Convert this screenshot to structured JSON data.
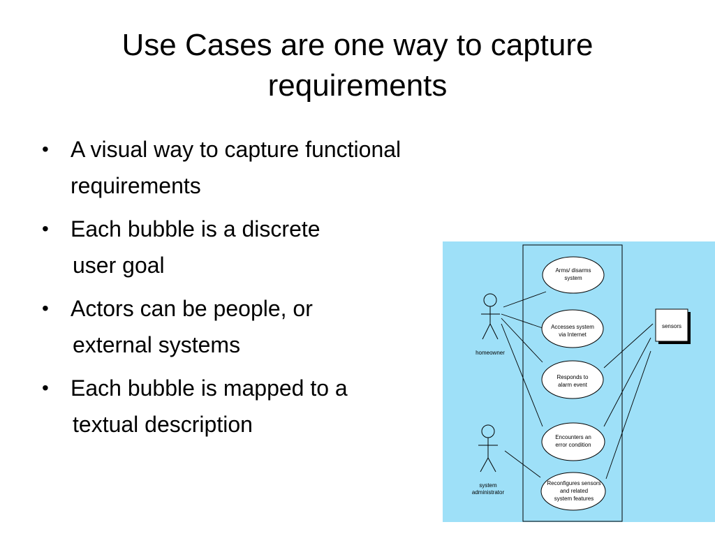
{
  "slide": {
    "title_lines": [
      "Use Cases are one way to capture",
      "requirements"
    ],
    "bullets": [
      {
        "lines": [
          "A visual way to capture functional",
          "requirements"
        ]
      },
      {
        "lines": [
          "Each bubble is a discrete",
          "user goal"
        ]
      },
      {
        "lines": [
          "Actors can be people, or",
          "external systems"
        ]
      },
      {
        "lines": [
          "Each bubble is mapped to a",
          "textual description"
        ]
      }
    ],
    "bullet_symbol": "•"
  },
  "diagram": {
    "background": "#9ee0f8",
    "actors": [
      {
        "label": "homeowner"
      },
      {
        "label_lines": [
          "system",
          "administrator"
        ]
      }
    ],
    "use_cases": [
      {
        "label_lines": [
          "Arms/ disarms",
          "system"
        ]
      },
      {
        "label_lines": [
          "Accesses system",
          "via Internet"
        ]
      },
      {
        "label_lines": [
          "Responds to",
          "alarm event"
        ]
      },
      {
        "label_lines": [
          "Encounters an",
          "error condition"
        ]
      },
      {
        "label_lines": [
          "Reconfigures sensors",
          "and related",
          "system features"
        ]
      }
    ],
    "external_system": {
      "label": "sensors"
    }
  }
}
